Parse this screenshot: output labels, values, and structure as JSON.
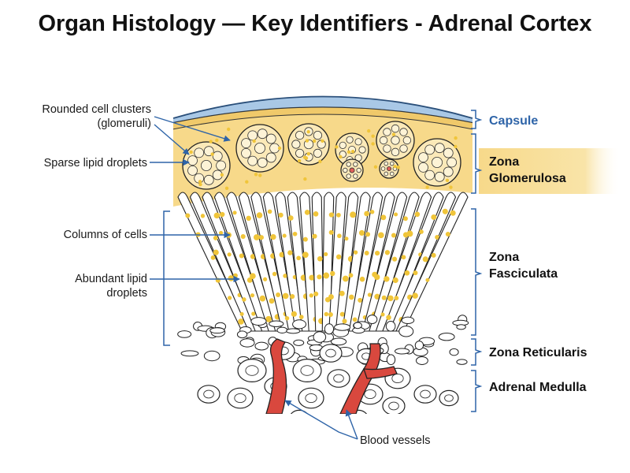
{
  "title": "Organ Histology — Key Identifiers - Adrenal Cortex",
  "zones": {
    "capsule": "Capsule",
    "glomerulosa_1": "Zona",
    "glomerulosa_2": "Glomerulosa",
    "fasciculata_1": "Zona",
    "fasciculata_2": "Fasciculata",
    "reticularis": "Zona Reticularis",
    "medulla": "Adrenal Medulla"
  },
  "annotations": {
    "rounded_1": "Rounded cell clusters",
    "rounded_2": "(glomeruli)",
    "sparse": "Sparse lipid droplets",
    "columns": "Columns of cells",
    "abundant_1": "Abundant lipid",
    "abundant_2": "droplets",
    "vessels": "Blood vessels"
  },
  "colors": {
    "capsule_blue": "#a9c8e6",
    "glomerulosa_yellow": "#f7d98a",
    "lipid_yellow": "#f0c53a",
    "vessel_red": "#d9483e",
    "bracket_blue": "#2e64a8"
  }
}
